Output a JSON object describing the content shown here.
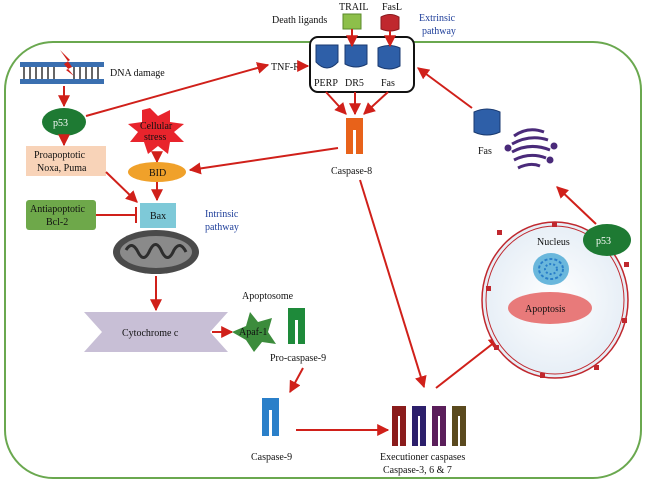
{
  "labels": {
    "death_ligands": "Death ligands",
    "trail": "TRAIL",
    "fasl": "FasL",
    "extrinsic_1": "Extrinsic",
    "extrinsic_2": "pathway",
    "perp": "PERP",
    "dr5": "DR5",
    "fas_receptor": "Fas",
    "dna_damage": "DNA damage",
    "tnf_r": "TNF-R",
    "p53_left": "p53",
    "cellular_stress_1": "Cellular",
    "cellular_stress_2": "stress",
    "proapoptotic_1": "Proapoptotic",
    "proapoptotic_2": "Noxa, Puma",
    "bid": "BID",
    "caspase8": "Caspase-8",
    "fas_right": "Fas",
    "antiapoptotic_1": "Antiapoptotic",
    "antiapoptotic_2": "Bcl-2",
    "bax": "Bax",
    "intrinsic_1": "Intrinsic",
    "intrinsic_2": "pathway",
    "apoptosome": "Apoptosome",
    "cytochrome_c": "Cytochrome c",
    "apaf1": "Apaf-1",
    "pro_caspase9": "Pro-caspase-9",
    "caspase9": "Caspase-9",
    "executioner_1": "Executioner caspases",
    "executioner_2": "Caspase-3, 6 & 7",
    "nucleus": "Nucleus",
    "p53_right": "p53",
    "apoptosis": "Apoptosis"
  },
  "colors": {
    "cell_border": "#6aa84f",
    "arrow": "#d0201a",
    "p53": "#1e7a33",
    "trail": "#8dbf4a",
    "fasl": "#c0282e",
    "receptor": "#2e5fa8",
    "caspase8": "#e8621a",
    "caspase9": "#2a7fc9",
    "bid": "#f0a12a",
    "bax": "#7ec9d8",
    "proapoptotic": "#f8d3b8",
    "antiapoptotic": "#6ea84a",
    "cytochrome": "#c8bfd6",
    "apaf1": "#3c8c3c",
    "procaspase9": "#1e8a3a",
    "stress": "#e8242c",
    "apoptosis": "#e87a7a",
    "exec1": "#8a1c1c",
    "exec2": "#2c1f6b",
    "exec3": "#5a1e5a",
    "exec4": "#5a4a1e"
  }
}
